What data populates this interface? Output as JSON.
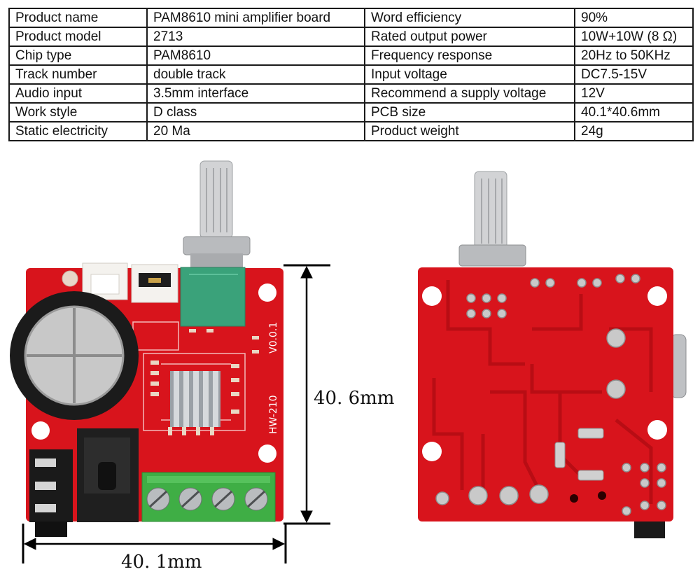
{
  "specs": [
    [
      "Product name",
      "PAM8610 mini amplifier board",
      "Word efficiency",
      "90%"
    ],
    [
      "Product model",
      "2713",
      "Rated output power",
      "10W+10W (8 Ω)"
    ],
    [
      "Chip type",
      "PAM8610",
      "Frequency response",
      "20Hz to 50KHz"
    ],
    [
      "Track number",
      "double track",
      "Input voltage",
      "DC7.5-15V"
    ],
    [
      "Audio input",
      "3.5mm interface",
      "Recommend a supply voltage",
      "12V"
    ],
    [
      "Work style",
      "D class",
      "PCB size",
      "40.1*40.6mm"
    ],
    [
      "Static electricity",
      "20 Ma",
      "Product weight",
      "24g"
    ]
  ],
  "dimensions": {
    "height": "40. 6mm",
    "width": "40. 1mm"
  },
  "board_silkscreen": {
    "version": "V0.0.1",
    "model": "HW-210"
  },
  "colors": {
    "pcb": "#d8141c",
    "pcb_dark": "#b80d14",
    "terminal": "#3fae45",
    "pot_body": "#3aa27a"
  }
}
